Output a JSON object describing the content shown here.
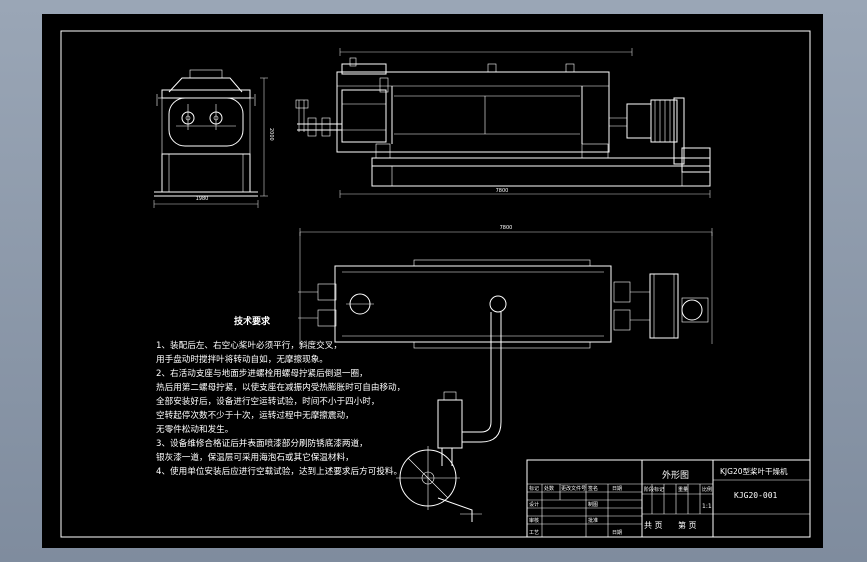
{
  "drawing": {
    "tech_requirements": {
      "heading": "技术要求",
      "lines": [
        "1、装配后左、右空心桨叶必须平行，斜度交叉，",
        "   用手盘动时搅拌叶将转动自如，无摩擦现象。",
        "2、右活动支座与地面步进螺栓用螺母拧紧后倒退一圈，",
        "热后用第二螺母拧紧，以使支座在减振内受热膨胀时可自由移动，",
        "全部安装好后，设备进行空运转试验，时间不小于四小时，",
        "空转起停次数不少于十次，运转过程中无摩擦震动，",
        "无零件松动和发生。",
        "3、设备维修合格证后并表面喷漆部分刷防锈底漆两道，",
        "银灰漆一道，保温层可采用海泡石或其它保温材料，",
        "4、使用单位安装后应进行空载试验，达到上述要求后方可投料。"
      ]
    },
    "dimensions": {
      "side_width": "1980",
      "side_height": "2000",
      "front_length": "7800",
      "top_length": "7800"
    },
    "title_block": {
      "drawing_title": "外形图",
      "product_name": "KJG20型桨叶干燥机",
      "drawing_number": "KJG20-001",
      "row_labels": [
        "标记",
        "处数",
        "更改文件号",
        "签名",
        "日期"
      ],
      "staff_labels": [
        "设计",
        "审核",
        "工艺",
        "制图",
        "批准"
      ],
      "stage_label": "阶段标记",
      "weight_label": "重量",
      "scale_label": "比例",
      "sheet_total": "共   页",
      "sheet_no": "第   页",
      "date_label": "日期",
      "scale_value": "1:1"
    }
  }
}
